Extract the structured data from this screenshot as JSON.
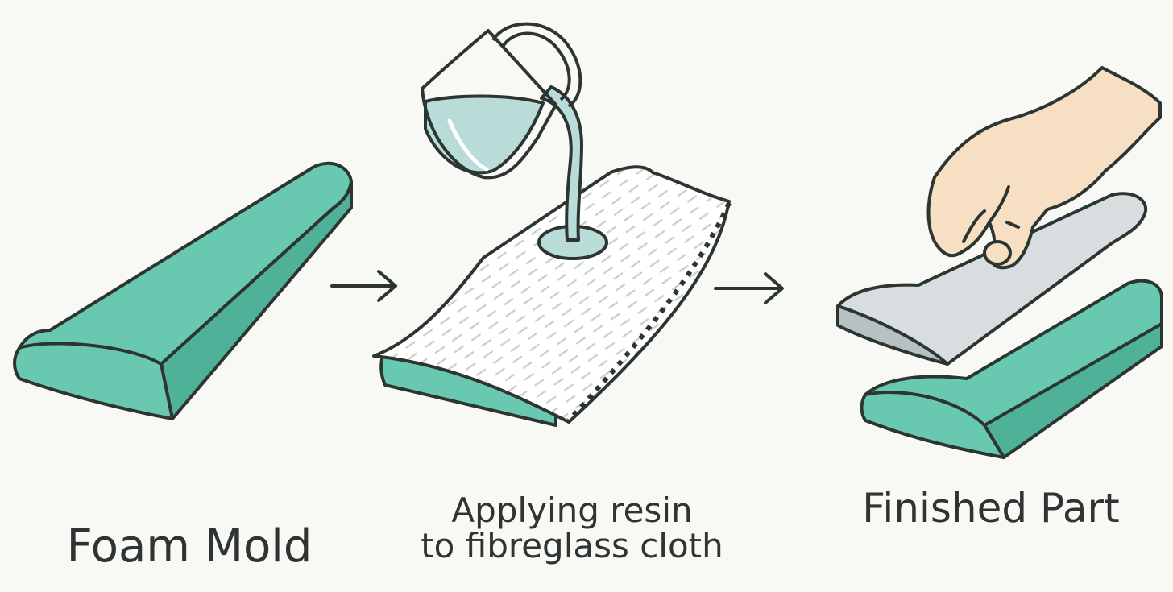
{
  "steps": [
    {
      "caption": "Foam Mold"
    },
    {
      "caption_line1": "Applying resin",
      "caption_line2": "to fibreglass cloth"
    },
    {
      "caption": "Finished Part"
    }
  ],
  "colors": {
    "background": "#f8f8f5",
    "foam": "#69c8b0",
    "foam_dark": "#4fb197",
    "outline": "#2c3530",
    "cloth": "#ffffff",
    "cloth_marks": "#c8cec9",
    "resin": "#b9dcd9",
    "finished_part": "#d8dee0",
    "skin": "#f7dfc4"
  },
  "icons": [
    "right-arrow-icon",
    "right-arrow-icon",
    "measuring-jug-icon",
    "hand-icon"
  ]
}
